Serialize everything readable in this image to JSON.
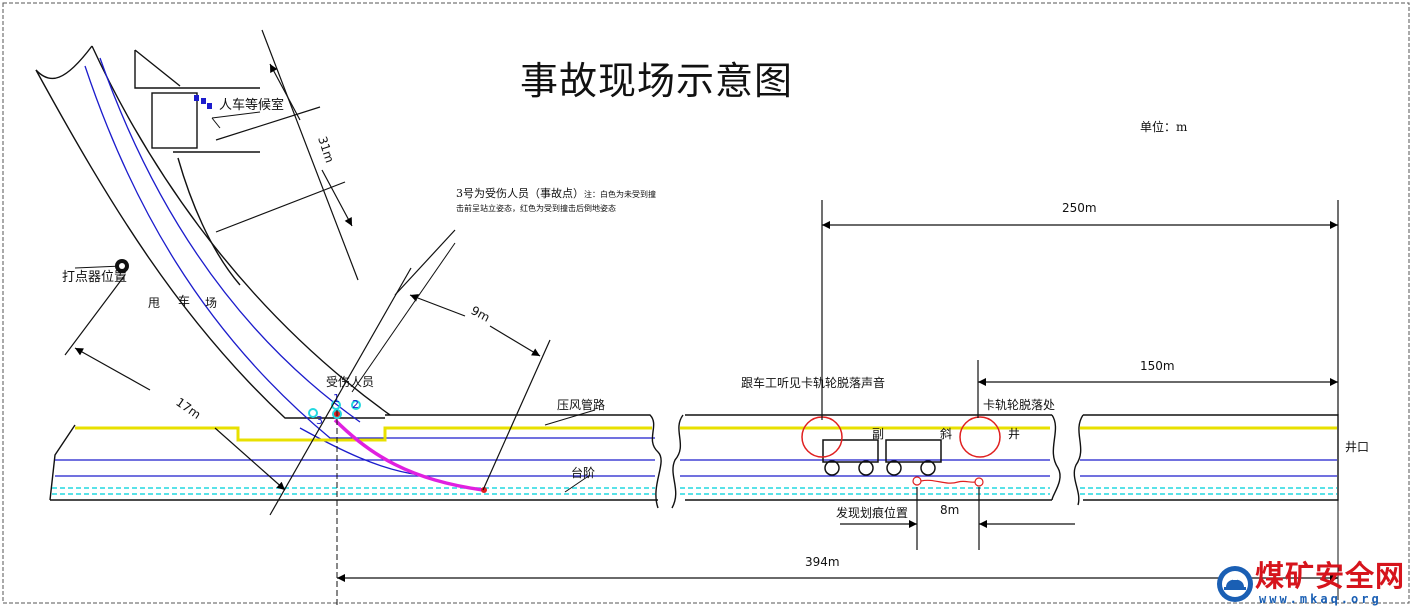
{
  "title": "事故现场示意图",
  "unit": "单位：m",
  "labels": {
    "waiting_room": "人车等候室",
    "signal_device": "打点器位置",
    "yard": [
      "甩",
      "车",
      "场"
    ],
    "injured": "受伤人员",
    "air_pipe": "压风管路",
    "steps": "台阶",
    "heard_sound": "跟车工听见卡轨轮脱落声音",
    "wheel_fell": "卡轨轮脱落处",
    "incline": [
      "副",
      "斜",
      "井"
    ],
    "shaft_mouth": "井口",
    "scratch": "发现划痕位置",
    "person_ids": [
      "1",
      "2",
      "3"
    ]
  },
  "note": {
    "lead": "3号为受伤人员（事故点）",
    "detail": "注：白色为未受到撞击前呈站立姿态，红色为受到撞击后倒地姿态"
  },
  "dimensions": {
    "d31": "31m",
    "d9": "9m",
    "d17": "17m",
    "d250": "250m",
    "d150": "150m",
    "d8": "8m",
    "d394": "394m"
  },
  "colors": {
    "rail": "#1c1ccc",
    "air_pipe": "#e8e000",
    "step": "#22d8e0",
    "trajectory": "#e020e0",
    "marker": "#e02020",
    "logo_red": "#d6141c",
    "logo_blue": "#1a5fb4"
  },
  "logo": {
    "text": "煤矿安全网",
    "url": "www.mkaq.org"
  }
}
